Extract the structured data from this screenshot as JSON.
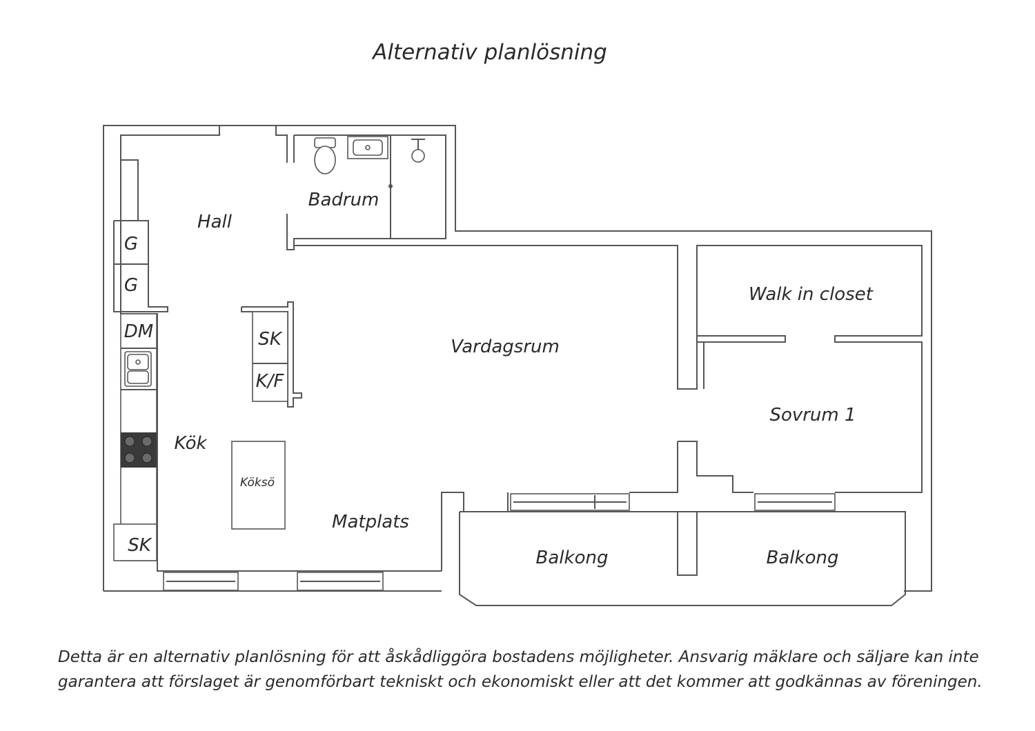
{
  "title": "Alternativ planlösning",
  "rooms": {
    "hall": "Hall",
    "badrum": "Badrum",
    "vardagsrum": "Vardagsrum",
    "walk_in_closet": "Walk in closet",
    "sovrum": "Sovrum 1",
    "kok": "Kök",
    "koksoe": "Köksö",
    "matplats": "Matplats",
    "balkong_left": "Balkong",
    "balkong_right": "Balkong"
  },
  "fixtures": {
    "g1": "G",
    "g2": "G",
    "dm": "DM",
    "sk_island": "SK",
    "kf": "K/F",
    "sk_bottom": "SK"
  },
  "disclaimer": {
    "line1": "Detta är en alternativ planlösning för att åskådliggöra bostadens möjligheter. Ansvarig mäklare och säljare kan inte",
    "line2": "garantera att förslaget är genomförbart tekniskt och ekonomiskt eller att det kommer att godkännas av föreningen."
  },
  "colors": {
    "wall": "#555555",
    "text": "#2a2a2a",
    "stove": "#3a3a3a"
  }
}
